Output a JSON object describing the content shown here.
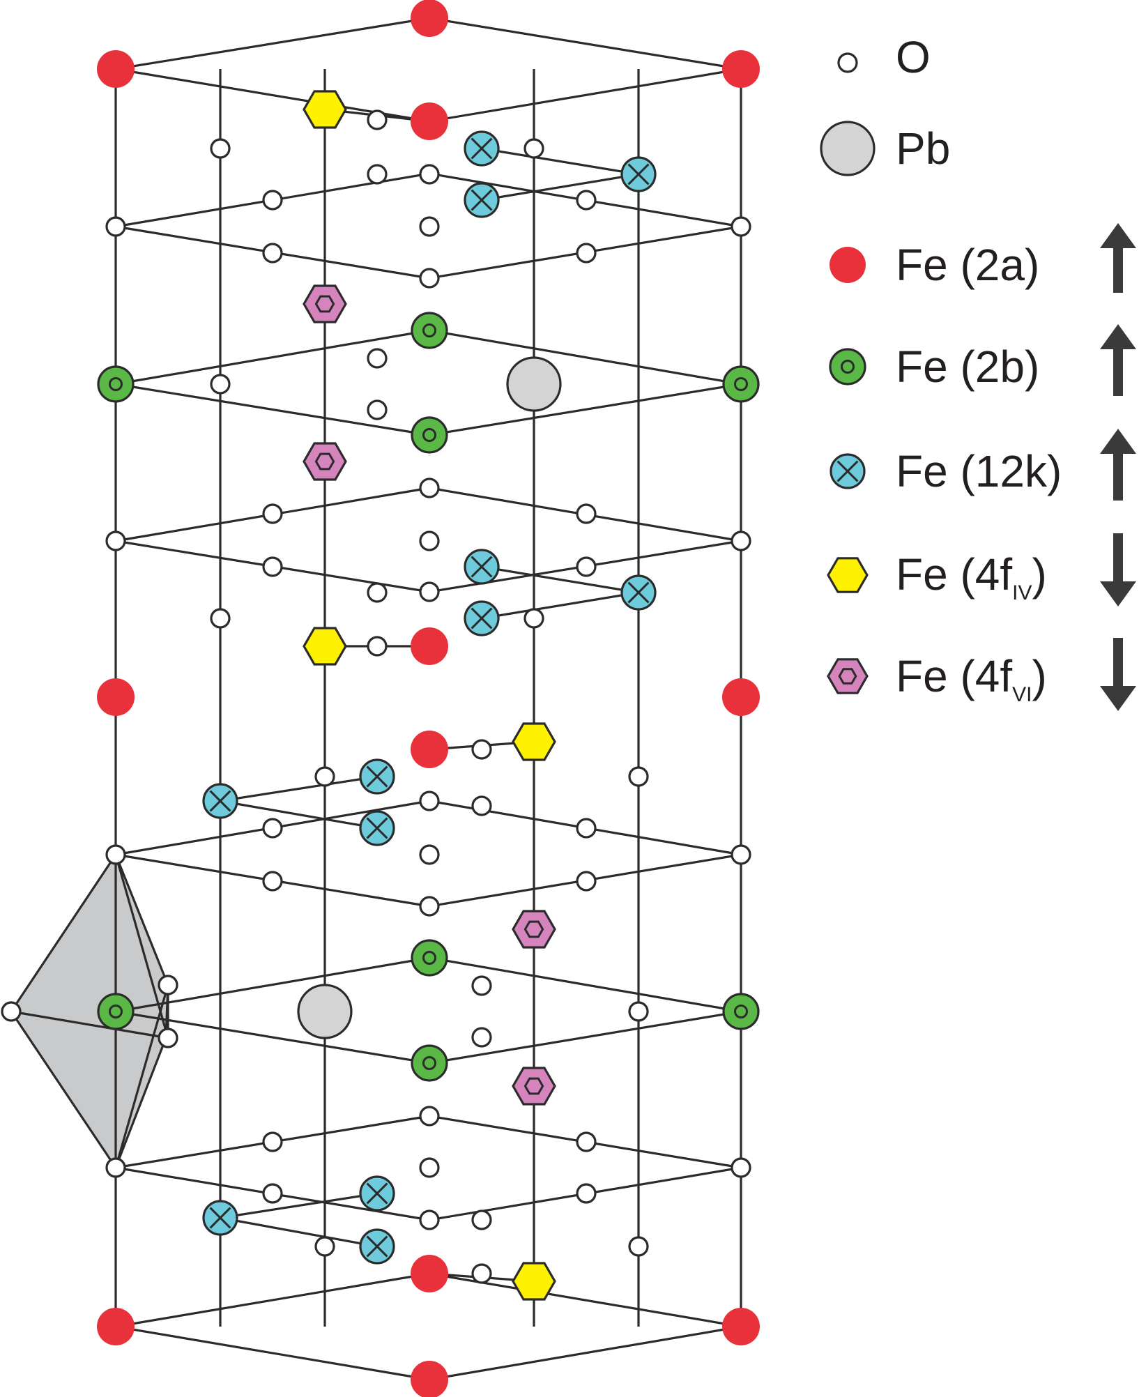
{
  "colors": {
    "O": "#ffffff",
    "Pb": "#d4d4d4",
    "Fe_2a": "#e8313a",
    "Fe_2b": "#5ab846",
    "Fe_12k": "#6ecbdb",
    "Fe_4f_IV": "#fff200",
    "Fe_4f_VI": "#d584bd",
    "lines": "#2b2b2b",
    "polyhedron": "#c9cacc",
    "arrows": "#3a3a3a"
  },
  "legend": {
    "O": {
      "label": "O",
      "icon": "small-white-circle"
    },
    "Pb": {
      "label": "Pb",
      "icon": "large-gray-circle"
    },
    "Fe_2a": {
      "label": "Fe (2a)",
      "icon": "red-circle",
      "spin": "up"
    },
    "Fe_2b": {
      "label": "Fe (2b)",
      "icon": "green-circle-with-dot",
      "spin": "up"
    },
    "Fe_12k": {
      "label": "Fe (12k)",
      "icon": "cyan-circle-with-cross",
      "spin": "up"
    },
    "Fe_4f_IV": {
      "label_prefix": "Fe (4f",
      "subscript": "IV",
      "label_suffix": ")",
      "icon": "yellow-hexagon",
      "spin": "down"
    },
    "Fe_4f_VI": {
      "label_prefix": "Fe (4f",
      "subscript": "VI",
      "label_suffix": ")",
      "icon": "pink-hexagon",
      "spin": "down"
    }
  }
}
